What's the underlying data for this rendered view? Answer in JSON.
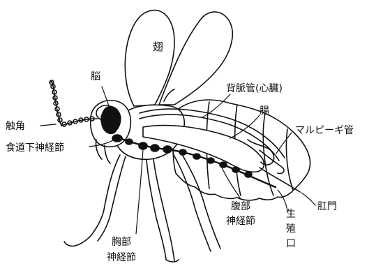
{
  "labels": {
    "wing": "翅",
    "brain": "脳",
    "dorsal_vessel": "背脈管(心臓)",
    "intestine": "腸",
    "antenna": "触角",
    "malpighian": "マルピーギ管",
    "subesophageal": "食道下神経節",
    "anus": "肛門",
    "abdominal_ganglia_line1": "腹部",
    "abdominal_ganglia_line2": "神経節",
    "genital_line1": "生",
    "genital_line2": "殖",
    "genital_line3": "口",
    "thoracic_ganglia_line1": "胸部",
    "thoracic_ganglia_line2": "神経節"
  }
}
